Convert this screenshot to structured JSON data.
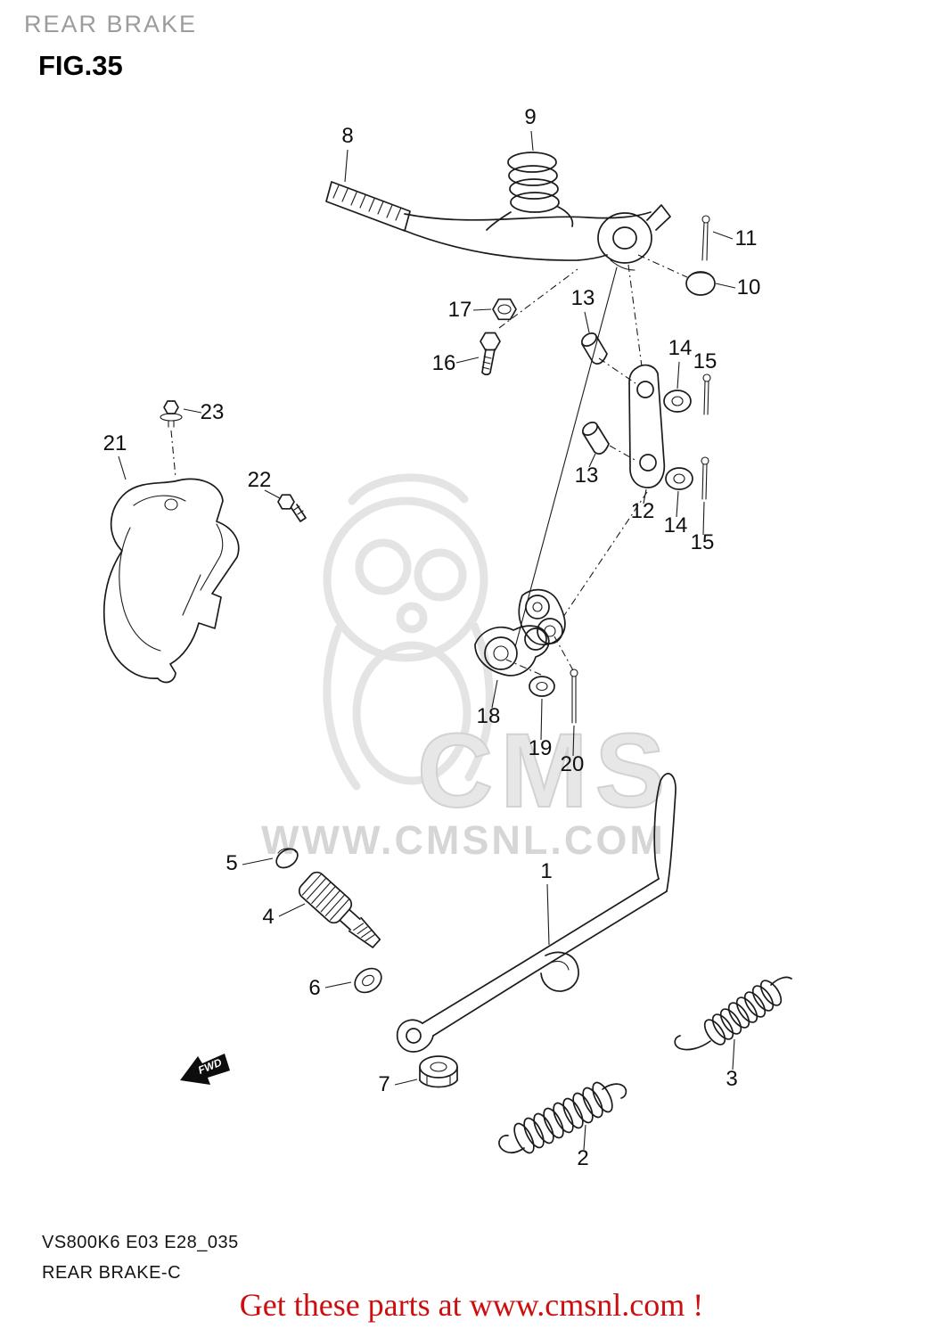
{
  "page": {
    "title": "REAR BRAKE",
    "figure_label": "FIG.35"
  },
  "diagram": {
    "fwd_label": "FWD",
    "callouts": [
      {
        "num": "8"
      },
      {
        "num": "9"
      },
      {
        "num": "11"
      },
      {
        "num": "10"
      },
      {
        "num": "17"
      },
      {
        "num": "16"
      },
      {
        "num": "13"
      },
      {
        "num": "14"
      },
      {
        "num": "15"
      },
      {
        "num": "13"
      },
      {
        "num": "12"
      },
      {
        "num": "14"
      },
      {
        "num": "15"
      },
      {
        "num": "23"
      },
      {
        "num": "21"
      },
      {
        "num": "22"
      },
      {
        "num": "18"
      },
      {
        "num": "19"
      },
      {
        "num": "20"
      },
      {
        "num": "1"
      },
      {
        "num": "5"
      },
      {
        "num": "4"
      },
      {
        "num": "6"
      },
      {
        "num": "7"
      },
      {
        "num": "2"
      },
      {
        "num": "3"
      }
    ]
  },
  "watermark": {
    "logo_text": "CMS",
    "site_text": "WWW.CMSNL.COM"
  },
  "footer": {
    "model_code": "VS800K6 E03 E28_035",
    "figure_caption": "REAR BRAKE-C",
    "promo_text": "Get these parts at www.cmsnl.com !"
  }
}
